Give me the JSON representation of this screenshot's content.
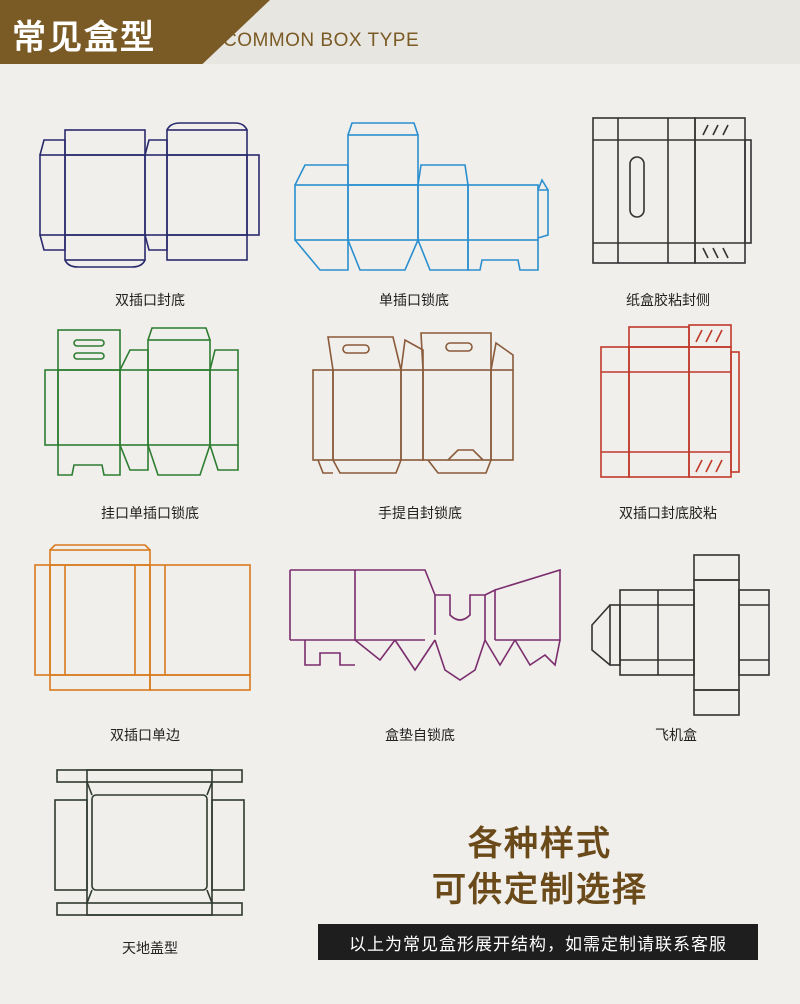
{
  "header": {
    "title": "常见盒型",
    "subtitle": "COMMON BOX TYPE"
  },
  "boxes": [
    {
      "label": "双插口封底",
      "color": "#2a2a6e"
    },
    {
      "label": "单插口锁底",
      "color": "#2a8fcf"
    },
    {
      "label": "纸盒胶粘封侧",
      "color": "#333333"
    },
    {
      "label": "挂口单插口锁底",
      "color": "#2e7d32"
    },
    {
      "label": "手提自封锁底",
      "color": "#8a5a3a"
    },
    {
      "label": "双插口封底胶粘",
      "color": "#c0392b"
    },
    {
      "label": "双插口单边",
      "color": "#d97a1f"
    },
    {
      "label": "盒垫自锁底",
      "color": "#7b2d6e"
    },
    {
      "label": "飞机盒",
      "color": "#333333"
    },
    {
      "label": "天地盖型",
      "color": "#2f3a2f"
    }
  ],
  "slogan": {
    "line1": "各种样式",
    "line2": "可供定制选择"
  },
  "banner": "以上为常见盒形展开结构，如需定制请联系客服"
}
